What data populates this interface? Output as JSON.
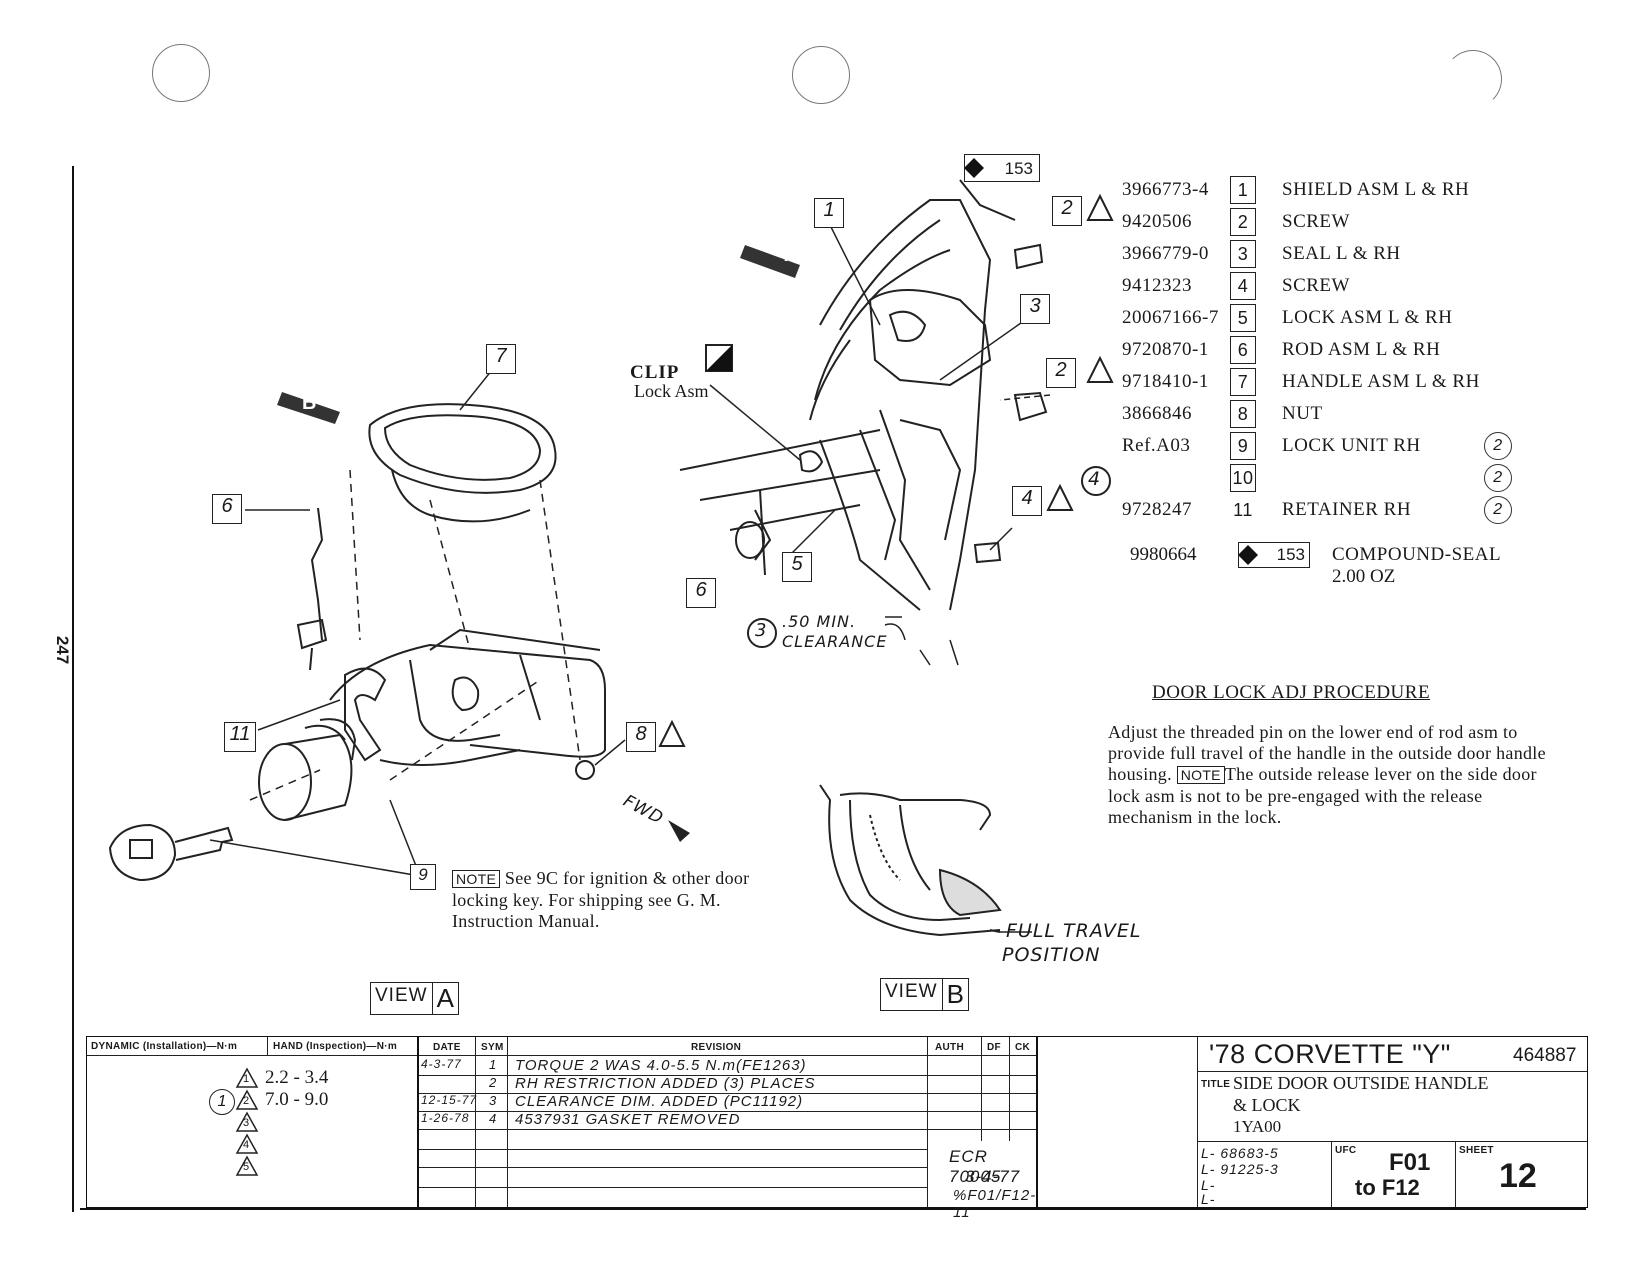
{
  "page_number": "247",
  "parts": [
    {
      "number": "3966773-4",
      "ref": "1",
      "description": "SHIELD ASM L & RH",
      "note": ""
    },
    {
      "number": "9420506",
      "ref": "2",
      "description": "SCREW",
      "note": ""
    },
    {
      "number": "3966779-0",
      "ref": "3",
      "description": "SEAL L & RH",
      "note": ""
    },
    {
      "number": "9412323",
      "ref": "4",
      "description": "SCREW",
      "note": ""
    },
    {
      "number": "20067166-7",
      "ref": "5",
      "description": "LOCK ASM L & RH",
      "note": ""
    },
    {
      "number": "9720870-1",
      "ref": "6",
      "description": "ROD ASM L & RH",
      "note": ""
    },
    {
      "number": "9718410-1",
      "ref": "7",
      "description": "HANDLE ASM L & RH",
      "note": ""
    },
    {
      "number": "3866846",
      "ref": "8",
      "description": "NUT",
      "note": ""
    },
    {
      "number": "Ref.A03",
      "ref": "9",
      "description": "LOCK UNIT RH",
      "note": "2"
    },
    {
      "number": "",
      "ref": "10",
      "description": "",
      "note": "2"
    },
    {
      "number": "9728247",
      "ref": "11",
      "description": "RETAINER RH",
      "note": "2"
    }
  ],
  "compound": {
    "number": "9980664",
    "ref": "153",
    "description": "COMPOUND-SEAL",
    "qty": "2.00 OZ"
  },
  "procedure": {
    "title": "DOOR LOCK ADJ PROCEDURE",
    "body": "Adjust the threaded pin on the lower end of rod asm to provide full travel of the handle in the outside door handle housing.",
    "note_tag": "NOTE",
    "note": "The outside release lever on the side door lock asm is not to be pre-engaged with the release mechanism in the lock."
  },
  "key_note": {
    "tag": "NOTE",
    "text": "See 9C for ignition & other door locking key.  For shipping see G. M. Instruction Manual."
  },
  "labels": {
    "clip": "CLIP",
    "clip_sub": "Lock Asm",
    "clearance": ".50 MIN. CLEARANCE",
    "clearance_ref": "3",
    "full_travel": "FULL TRAVEL",
    "full_travel2": "POSITION",
    "fwd": "FWD",
    "note4": "4",
    "ref153": "153",
    "view_word": "VIEW",
    "view_a": "A",
    "view_b": "B",
    "arrow_a": "A",
    "arrow_b": "B"
  },
  "callouts_left": [
    "7",
    "6",
    "11",
    "8",
    "9"
  ],
  "callouts_right": [
    "1",
    "2",
    "3",
    "2",
    "4",
    "6",
    "5"
  ],
  "torque": {
    "col1_header": "DYNAMIC (Installation)—N·m",
    "col2_header": "HAND (Inspection)—N·m",
    "rows": [
      {
        "tri": "1",
        "value": "2.2 - 3.4"
      },
      {
        "tri": "2",
        "value": "7.0 - 9.0"
      },
      {
        "tri": "3",
        "value": ""
      },
      {
        "tri": "4",
        "value": ""
      },
      {
        "tri": "5",
        "value": ""
      }
    ],
    "circle_note": "1"
  },
  "revisions": {
    "headers": [
      "DATE",
      "SYM",
      "REVISION",
      "AUTH",
      "DF",
      "CK"
    ],
    "rows": [
      {
        "date": "4-3-77",
        "sym": "1",
        "text": "TORQUE 2 WAS 4.0-5.5 N.m(FE1263)",
        "auth": ""
      },
      {
        "date": "",
        "sym": "2",
        "text": "RH RESTRICTION ADDED (3) PLACES",
        "auth": ""
      },
      {
        "date": "12-15-77",
        "sym": "3",
        "text": "CLEARANCE DIM. ADDED    (PC11192)",
        "auth": ""
      },
      {
        "date": "1-26-78",
        "sym": "4",
        "text": "4537931 GASKET REMOVED",
        "auth": ""
      }
    ]
  },
  "title_block": {
    "model": "'78 CORVETTE \"Y\"",
    "drawing_no": "464887",
    "title_label": "TITLE",
    "title": "SIDE DOOR OUTSIDE HANDLE",
    "title2": "& LOCK",
    "code": "1YA00",
    "ecr": "ECR 70005",
    "ecr_date": "3-4-77",
    "ecr_ref": "%F01/F12-11",
    "l1": "L- 68683-5",
    "l2": "L- 91225-3",
    "l3": "L-",
    "l4": "L-",
    "ufc_label": "UFC",
    "ufc_from": "F01",
    "ufc_to": "to F12",
    "sheet_label": "SHEET",
    "sheet": "12"
  }
}
